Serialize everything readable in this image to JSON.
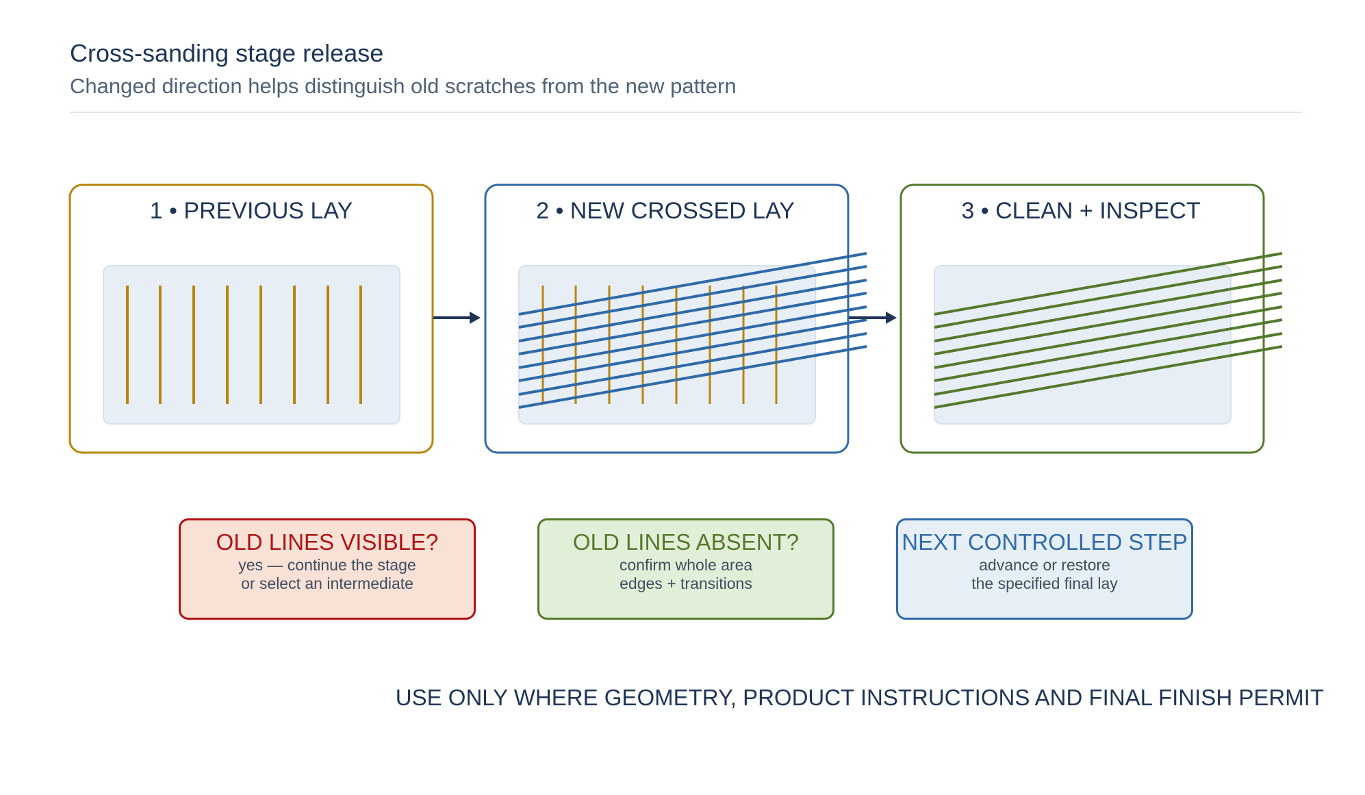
{
  "header": {
    "title": "Cross-sanding stage release",
    "subtitle": "Changed direction helps distinguish old scratches from the new pattern"
  },
  "stages": [
    {
      "label": "1 • PREVIOUS LAY",
      "color": "#b8860b"
    },
    {
      "label": "2 • NEW CROSSED LAY",
      "color": "#2f6aa8"
    },
    {
      "label": "3 • CLEAN + INSPECT",
      "color": "#537a2c"
    }
  ],
  "decision_cards": [
    {
      "heading": "OLD LINES VISIBLE?",
      "line1": "yes — continue the stage",
      "line2": "or select an intermediate",
      "color": "#b01212"
    },
    {
      "heading": "OLD LINES ABSENT?",
      "line1": "confirm whole area",
      "line2": "edges + transitions",
      "color": "#537a2c"
    },
    {
      "heading": "NEXT CONTROLLED STEP",
      "line1": "advance or restore",
      "line2": "the specified final lay",
      "color": "#2f6aa8"
    }
  ],
  "footer": {
    "note": "USE ONLY WHERE GEOMETRY, PRODUCT INSTRUCTIONS AND FINAL FINISH PERMIT"
  },
  "colors": {
    "arrow": "#1e3556",
    "panel_fill": "#e7eef6",
    "panel_border": "#d6e0ec",
    "text_dark": "#1e3556"
  },
  "icons": {
    "flow_arrow": "right-arrow-icon"
  }
}
